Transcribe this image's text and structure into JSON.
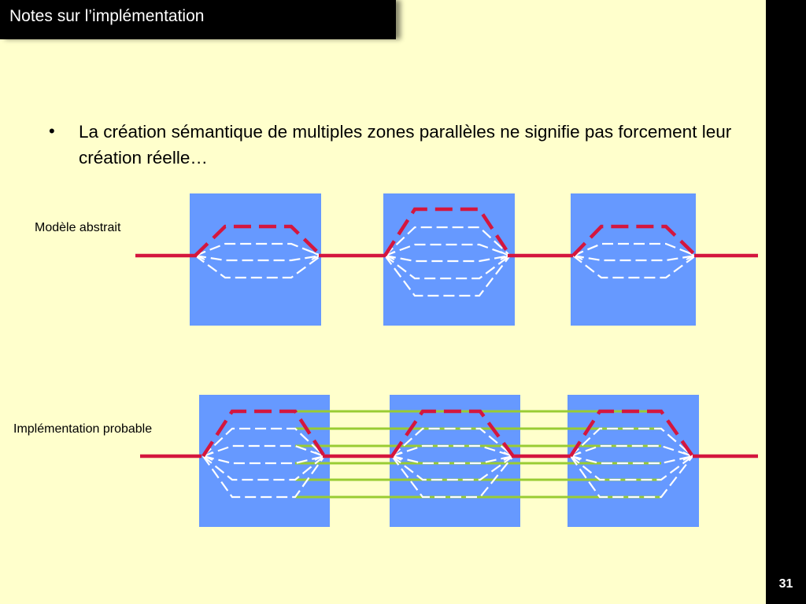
{
  "slide": {
    "title": "Notes sur l’implémentation",
    "page_number": "31"
  },
  "bullet": {
    "marker": "•",
    "text": "La création sémantique de multiples zones parallèles ne signifie pas forcement leur création réelle…"
  },
  "diagram": {
    "abstract_label": "Modèle abstrait",
    "implementation_label": "Implémentation probable",
    "colors": {
      "box": "#6699ff",
      "main_line": "#d4163e",
      "threads": "#ffffff",
      "shared": "#99cc33"
    }
  }
}
